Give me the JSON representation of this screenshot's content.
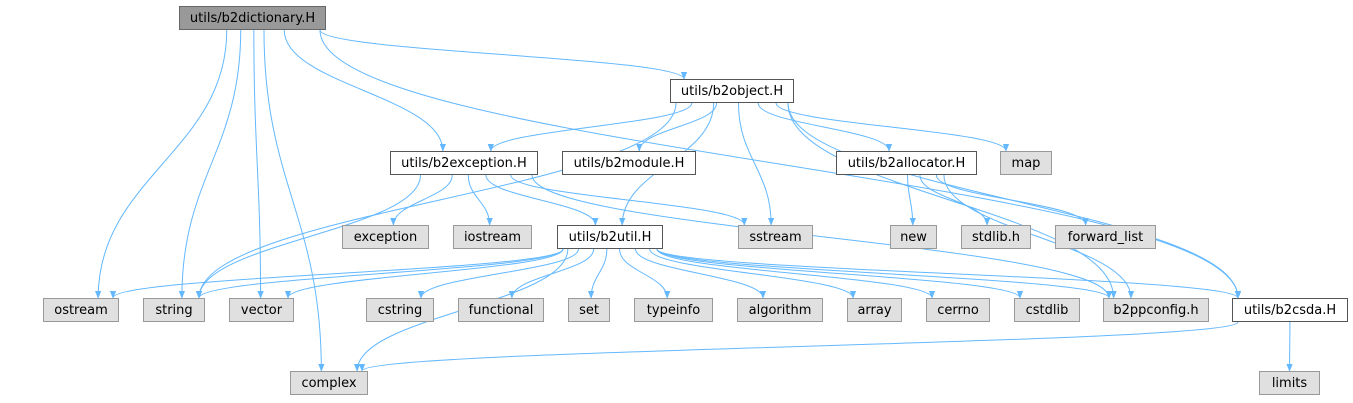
{
  "colors": {
    "edge": "#63b8ff",
    "root_fill": "#999999",
    "local_fill": "#ffffff",
    "system_fill": "#e0e0e0"
  },
  "nodes": {
    "b2dictionary": "utils/b2dictionary.H",
    "b2object": "utils/b2object.H",
    "b2exception": "utils/b2exception.H",
    "b2module": "utils/b2module.H",
    "b2allocator": "utils/b2allocator.H",
    "map": "map",
    "exception": "exception",
    "iostream": "iostream",
    "b2util": "utils/b2util.H",
    "sstream": "sstream",
    "new": "new",
    "stdlib": "stdlib.h",
    "forward_list": "forward_list",
    "ostream": "ostream",
    "string": "string",
    "vector": "vector",
    "cstring": "cstring",
    "functional": "functional",
    "set": "set",
    "typeinfo": "typeinfo",
    "algorithm": "algorithm",
    "array": "array",
    "cerrno": "cerrno",
    "cstdlib": "cstdlib",
    "b2ppconfig": "b2ppconfig.h",
    "b2csda": "utils/b2csda.H",
    "complex": "complex",
    "limits": "limits"
  },
  "edges": [
    [
      "b2dictionary",
      "b2object"
    ],
    [
      "b2dictionary",
      "b2exception"
    ],
    [
      "b2dictionary",
      "ostream"
    ],
    [
      "b2dictionary",
      "string"
    ],
    [
      "b2dictionary",
      "vector"
    ],
    [
      "b2dictionary",
      "complex"
    ],
    [
      "b2dictionary",
      "b2csda"
    ],
    [
      "b2object",
      "b2exception"
    ],
    [
      "b2object",
      "b2module"
    ],
    [
      "b2object",
      "b2allocator"
    ],
    [
      "b2object",
      "map"
    ],
    [
      "b2object",
      "b2util"
    ],
    [
      "b2object",
      "sstream"
    ],
    [
      "b2object",
      "string"
    ],
    [
      "b2object",
      "b2ppconfig"
    ],
    [
      "b2object",
      "b2csda"
    ],
    [
      "b2exception",
      "exception"
    ],
    [
      "b2exception",
      "iostream"
    ],
    [
      "b2exception",
      "b2util"
    ],
    [
      "b2exception",
      "sstream"
    ],
    [
      "b2exception",
      "string"
    ],
    [
      "b2exception",
      "b2ppconfig"
    ],
    [
      "b2allocator",
      "new"
    ],
    [
      "b2allocator",
      "stdlib"
    ],
    [
      "b2allocator",
      "forward_list"
    ],
    [
      "b2allocator",
      "b2ppconfig"
    ],
    [
      "b2util",
      "ostream"
    ],
    [
      "b2util",
      "string"
    ],
    [
      "b2util",
      "vector"
    ],
    [
      "b2util",
      "cstring"
    ],
    [
      "b2util",
      "functional"
    ],
    [
      "b2util",
      "set"
    ],
    [
      "b2util",
      "typeinfo"
    ],
    [
      "b2util",
      "algorithm"
    ],
    [
      "b2util",
      "array"
    ],
    [
      "b2util",
      "cerrno"
    ],
    [
      "b2util",
      "cstdlib"
    ],
    [
      "b2util",
      "b2ppconfig"
    ],
    [
      "b2util",
      "b2csda"
    ],
    [
      "b2util",
      "complex"
    ],
    [
      "b2csda",
      "complex"
    ],
    [
      "b2csda",
      "limits"
    ]
  ]
}
